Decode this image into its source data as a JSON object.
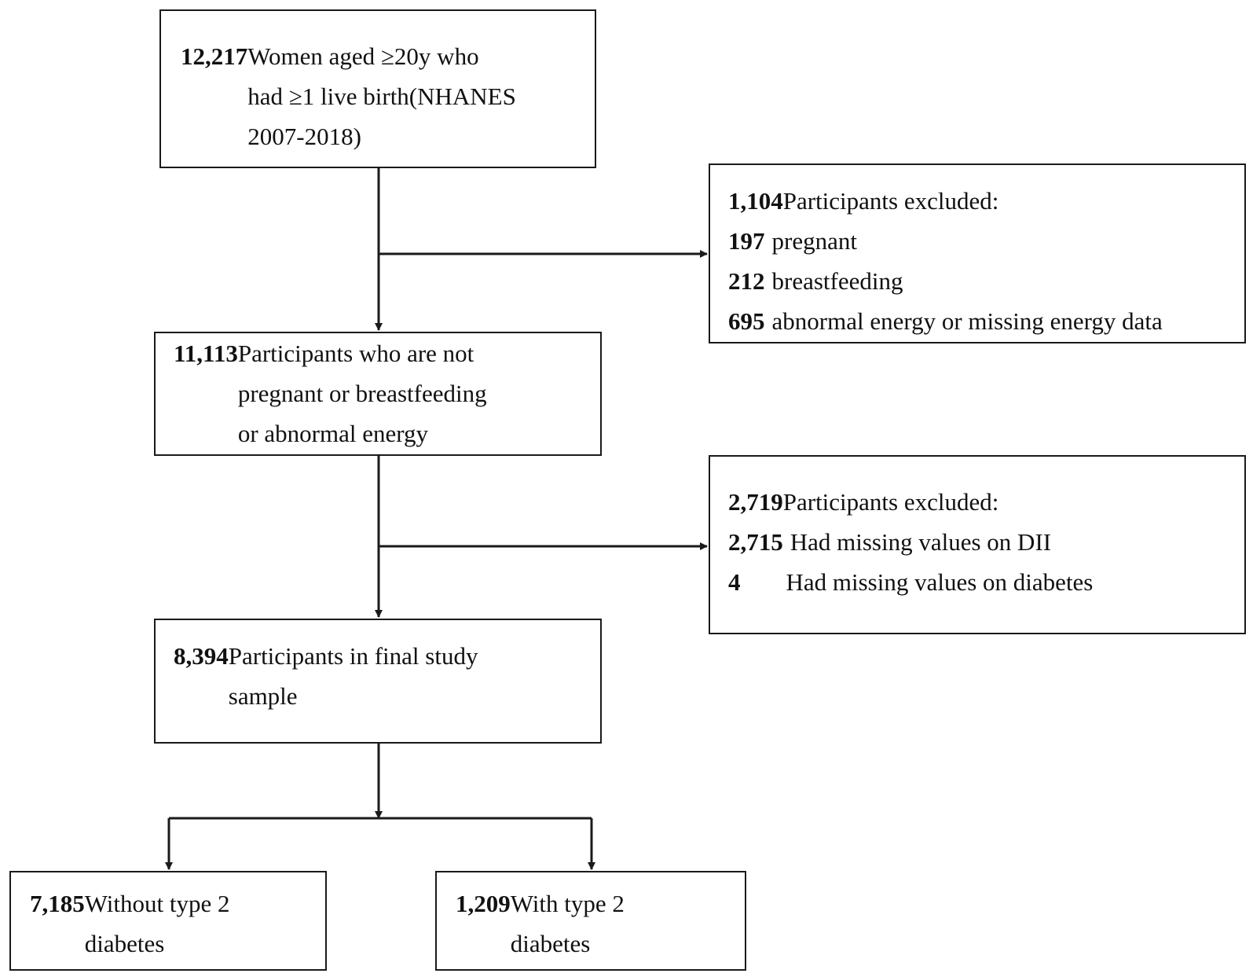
{
  "flowchart": {
    "start": {
      "count": "12,217",
      "lines": [
        "Women aged ≥20y who",
        "had ≥1 live birth(NHANES",
        "2007-2018)"
      ]
    },
    "exclusion_1": {
      "count": "1,104",
      "title": "Participants excluded:",
      "items": [
        {
          "count": "197",
          "label": "pregnant"
        },
        {
          "count": "212",
          "label": "breastfeeding"
        },
        {
          "count": "695",
          "label": "abnormal energy or missing energy data"
        }
      ]
    },
    "intermediate": {
      "count": "11,113",
      "lines": [
        "Participants who are not",
        "pregnant or breastfeeding",
        "or abnormal energy"
      ]
    },
    "exclusion_2": {
      "count": "2,719",
      "title": "Participants excluded:",
      "items": [
        {
          "count": "2,715",
          "label": "Had missing values on DII"
        },
        {
          "count": "4",
          "label": "Had missing values on diabetes"
        }
      ]
    },
    "final": {
      "count": "8,394",
      "lines": [
        "Participants in final study",
        "sample"
      ]
    },
    "without_t2d": {
      "count": "7,185",
      "lines": [
        "Without type 2",
        "diabetes"
      ]
    },
    "with_t2d": {
      "count": "1,209",
      "lines": [
        "With type 2",
        "diabetes"
      ]
    }
  },
  "colors": {
    "line": "#1a1a1a",
    "text": "#111111",
    "background": "#ffffff"
  }
}
